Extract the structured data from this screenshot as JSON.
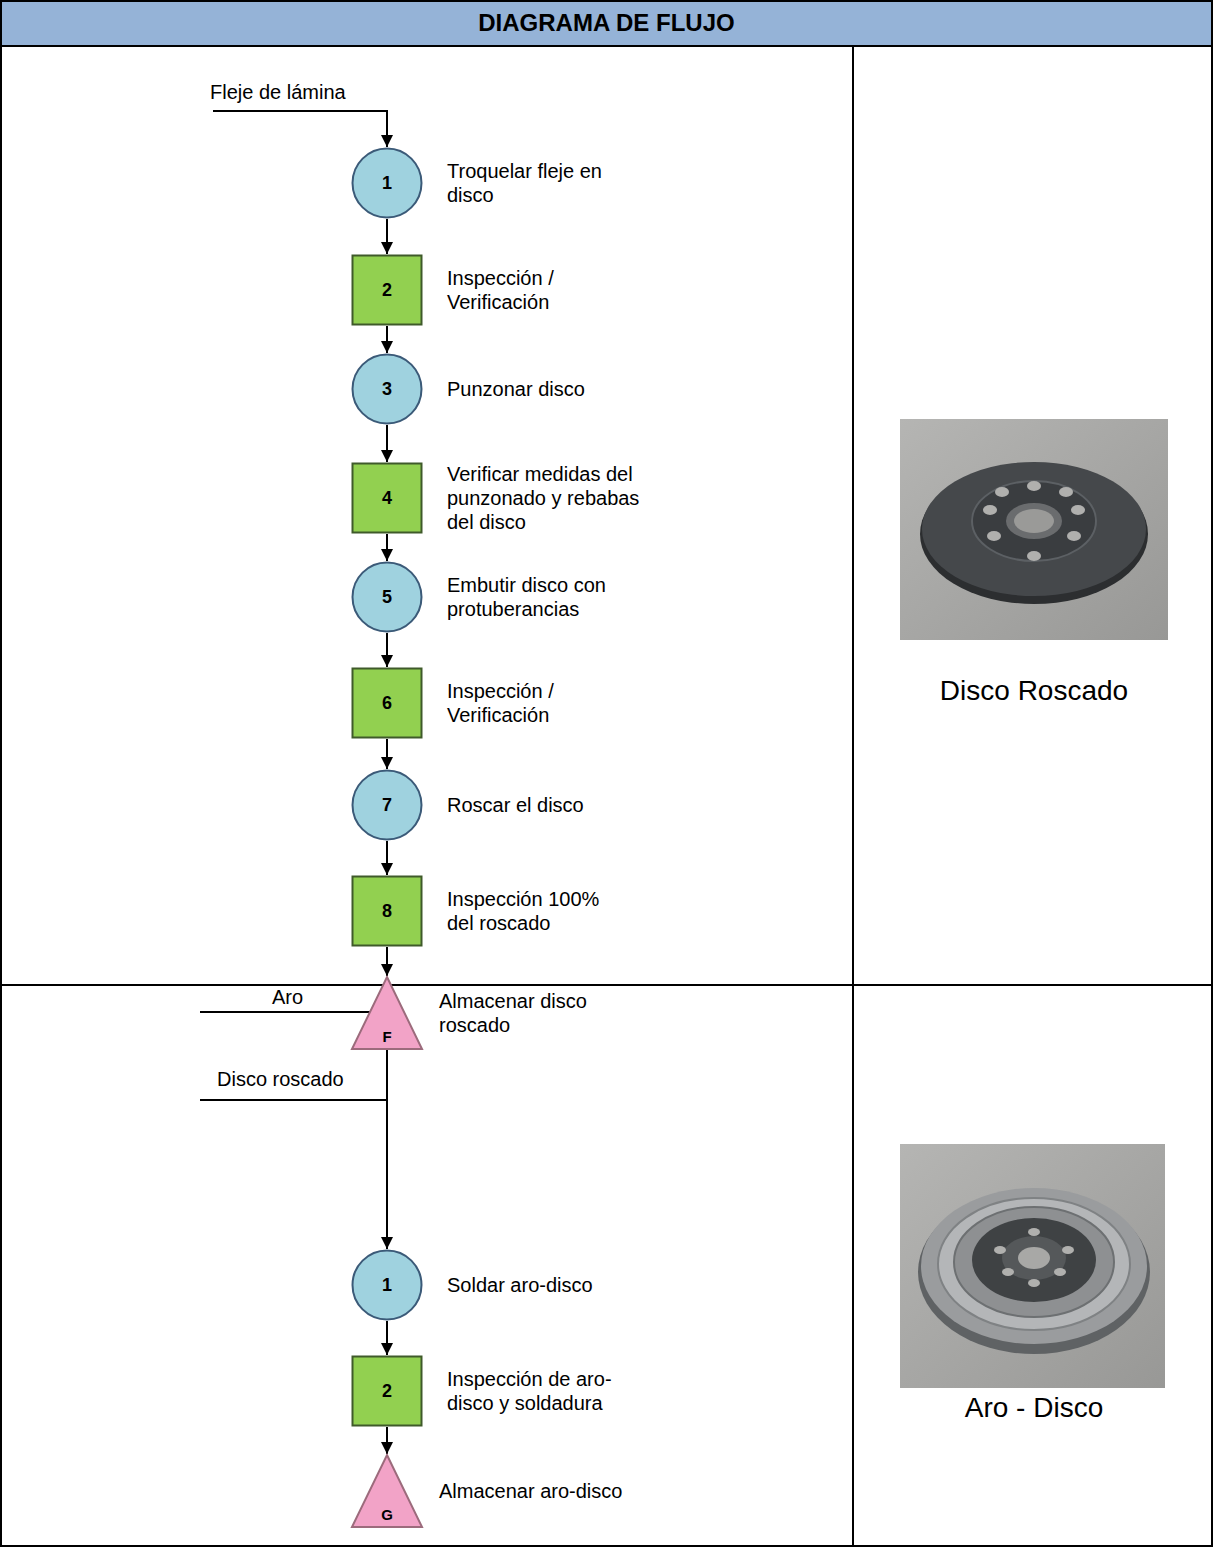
{
  "diagram": {
    "title": "DIAGRAMA DE FLUJO",
    "nodes": [
      {
        "text": [
          "1",
          "Troquelar fleje en disco"
        ]
      },
      {
        "text": [
          "2",
          "Inspección / Verificación"
        ]
      },
      {
        "text": [
          "3",
          "Punzonar disco"
        ]
      },
      {
        "text": [
          "4",
          "Verificar medidas del punzonado y rebabas del disco"
        ]
      },
      {
        "text": [
          "5",
          "Embutir disco con protuberancias"
        ]
      },
      {
        "text": [
          "6",
          "Inspección / Verificación"
        ]
      },
      {
        "text": [
          "7",
          "Roscar el disco"
        ]
      },
      {
        "text": [
          "8",
          "Inspección 100% del roscado"
        ]
      },
      {
        "text": [
          "F",
          "Almacenar disco roscado"
        ]
      },
      {
        "text": [
          "1",
          "Soldar aro-disco"
        ]
      },
      {
        "text": [
          "2",
          "Inspección de aro-disco y soldadura"
        ]
      },
      {
        "text": [
          "G",
          "Almacenar aro-disco"
        ]
      }
    ],
    "edges": [
      {
        "from": 0,
        "to": 1,
        "arrow": "to"
      },
      {
        "from": 1,
        "to": 2,
        "arrow": "to"
      },
      {
        "from": 2,
        "to": 3,
        "arrow": "to"
      },
      {
        "from": 3,
        "to": 4,
        "arrow": "to"
      },
      {
        "from": 4,
        "to": 5,
        "arrow": "to"
      },
      {
        "from": 5,
        "to": 6,
        "arrow": "to"
      },
      {
        "from": 6,
        "to": 7,
        "arrow": "to"
      },
      {
        "from": 7,
        "to": 8,
        "arrow": "to"
      },
      {
        "from": 9,
        "to": 10,
        "arrow": "to"
      },
      {
        "from": 10,
        "to": 11,
        "arrow": "to"
      }
    ],
    "labels": [
      "Fleje de lámina",
      "Disco Roscado",
      "Aro",
      "Disco roscado",
      "Aro - Disco"
    ]
  }
}
